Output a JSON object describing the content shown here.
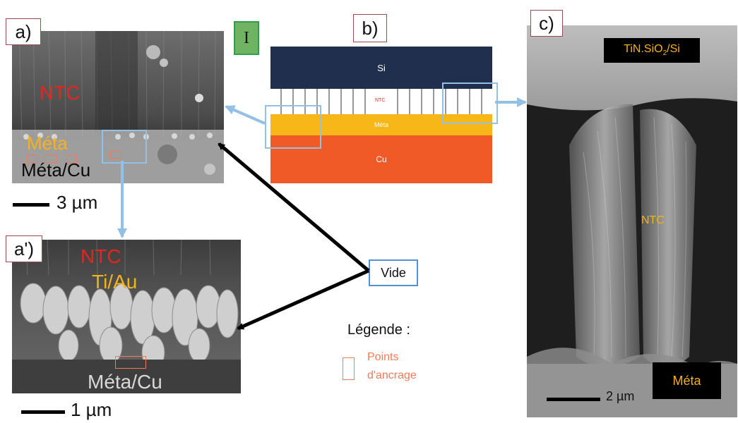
{
  "colors": {
    "si": "#1f2f4d",
    "meta": "#f7b718",
    "cu": "#ef5a27",
    "arrow": "#95c0e6",
    "ntc_label": "#e8241f",
    "meta_label": "#f5b21a",
    "anchor_box": "#f07b5a"
  },
  "panel_a": {
    "label": "a)",
    "ntc": "NTC",
    "meta": "Méta",
    "metacu": "Méta/Cu",
    "scale": "3 µm",
    "roman": "I"
  },
  "panel_a2": {
    "label": "a')",
    "ntc": "NTC",
    "tiau": "Ti/Au",
    "metacu": "Méta/Cu",
    "scale": "1 µm"
  },
  "panel_b": {
    "label": "b)",
    "si": "Si",
    "ntc": "NTC",
    "meta": "Méta",
    "cu": "Cu"
  },
  "panel_c": {
    "label": "c)",
    "substrate_prefix": "TiN.SiO",
    "substrate_sub": "2",
    "substrate_suffix": "/Si",
    "ntc": "NTC",
    "meta": "Méta",
    "scale": "2 µm"
  },
  "vide": "Vide",
  "legend": {
    "title": "Légende :",
    "item_line1": "Points",
    "item_line2": "d'ancrage"
  }
}
